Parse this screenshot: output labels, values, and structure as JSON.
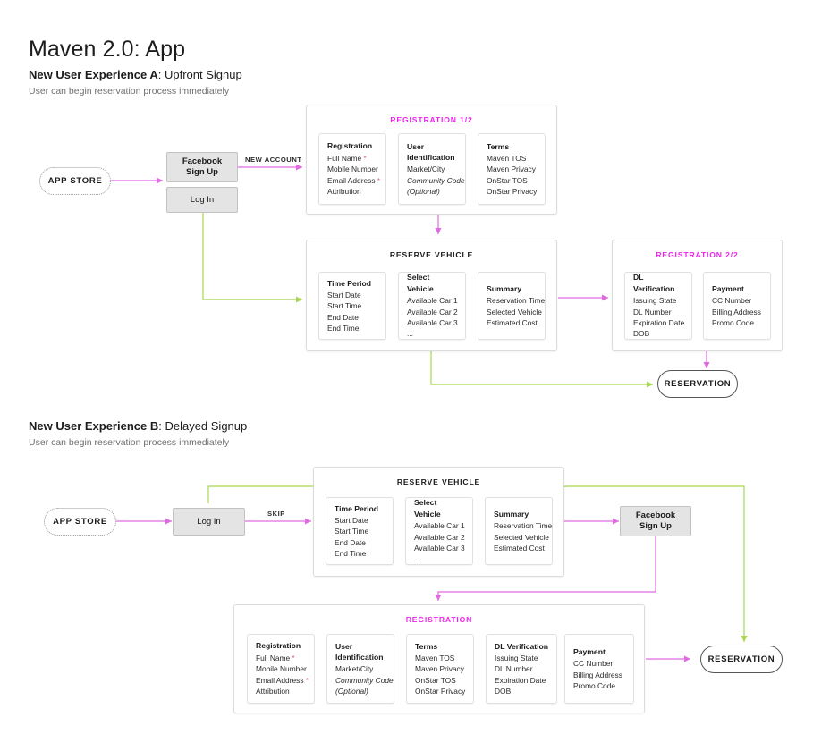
{
  "page": {
    "title": "Maven 2.0: App"
  },
  "colors": {
    "pink": "#ee22ee",
    "arrow_pink": "#e06ae0",
    "arrow_green": "#a8d84a",
    "panel_border": "#dcdcdc",
    "box_fill": "#e4e4e4"
  },
  "sections": [
    {
      "id": "a",
      "heading_bold": "New User Experience A",
      "heading_rest": ": Upfront Signup",
      "subtitle": "User can begin reservation process immediately",
      "nodes": {
        "app_store": "APP STORE",
        "facebook_signup": "Facebook\nSign Up",
        "login": "Log In",
        "reservation": "RESERVATION"
      },
      "edge_labels": {
        "new_account": "NEW ACCOUNT"
      },
      "panels": [
        {
          "id": "registration-1-2",
          "title": "REGISTRATION 1/2",
          "title_color": "pink",
          "cards": [
            {
              "heading": "Registration",
              "items": [
                {
                  "text": "Full Name",
                  "required": true
                },
                {
                  "text": "Mobile Number",
                  "required": false
                },
                {
                  "text": "Email Address",
                  "required": true
                },
                {
                  "text": "Attribution",
                  "required": false
                }
              ]
            },
            {
              "heading": "User Identification",
              "items": [
                {
                  "text": "Market/City",
                  "required": false
                },
                {
                  "text": "Community Code",
                  "required": false,
                  "italic": true
                },
                {
                  "text": "(Optional)",
                  "required": false,
                  "italic": true
                }
              ]
            },
            {
              "heading": "Terms",
              "items": [
                {
                  "text": "Maven TOS",
                  "required": false
                },
                {
                  "text": "Maven Privacy",
                  "required": false
                },
                {
                  "text": "OnStar TOS",
                  "required": false
                },
                {
                  "text": "OnStar Privacy",
                  "required": false
                }
              ]
            }
          ]
        },
        {
          "id": "reserve-vehicle-a",
          "title": "RESERVE VEHICLE",
          "title_color": "black",
          "cards": [
            {
              "heading": "Time Period",
              "items": [
                {
                  "text": "Start Date"
                },
                {
                  "text": "Start Time"
                },
                {
                  "text": "End Date"
                },
                {
                  "text": "End Time"
                }
              ]
            },
            {
              "heading": "Select Vehicle",
              "items": [
                {
                  "text": "Available Car 1"
                },
                {
                  "text": "Available Car 2"
                },
                {
                  "text": "Available Car 3"
                },
                {
                  "text": "..."
                }
              ]
            },
            {
              "heading": "Summary",
              "items": [
                {
                  "text": "Reservation Time"
                },
                {
                  "text": "Selected Vehicle"
                },
                {
                  "text": "Estimated Cost"
                }
              ]
            }
          ]
        },
        {
          "id": "registration-2-2",
          "title": "REGISTRATION 2/2",
          "title_color": "pink",
          "cards": [
            {
              "heading": "DL Verification",
              "items": [
                {
                  "text": "Issuing State"
                },
                {
                  "text": "DL Number"
                },
                {
                  "text": "Expiration Date"
                },
                {
                  "text": "DOB"
                }
              ]
            },
            {
              "heading": "Payment",
              "items": [
                {
                  "text": "CC Number"
                },
                {
                  "text": "Billing Address"
                },
                {
                  "text": "Promo Code"
                }
              ]
            }
          ]
        }
      ]
    },
    {
      "id": "b",
      "heading_bold": "New User Experience B",
      "heading_rest": ": Delayed Signup",
      "subtitle": "User can begin reservation process immediately",
      "nodes": {
        "app_store": "APP STORE",
        "login": "Log In",
        "facebook_signup": "Facebook\nSign Up",
        "reservation": "RESERVATION"
      },
      "edge_labels": {
        "skip": "SKIP"
      },
      "panels": [
        {
          "id": "reserve-vehicle-b",
          "title": "RESERVE VEHICLE",
          "title_color": "black",
          "cards": [
            {
              "heading": "Time Period",
              "items": [
                {
                  "text": "Start Date"
                },
                {
                  "text": "Start Time"
                },
                {
                  "text": "End Date"
                },
                {
                  "text": "End Time"
                }
              ]
            },
            {
              "heading": "Select Vehicle",
              "items": [
                {
                  "text": "Available Car 1"
                },
                {
                  "text": "Available Car 2"
                },
                {
                  "text": "Available Car 3"
                },
                {
                  "text": "..."
                }
              ]
            },
            {
              "heading": "Summary",
              "items": [
                {
                  "text": "Reservation Time"
                },
                {
                  "text": "Selected Vehicle"
                },
                {
                  "text": "Estimated Cost"
                }
              ]
            }
          ]
        },
        {
          "id": "registration-b",
          "title": "REGISTRATION",
          "title_color": "pink",
          "cards": [
            {
              "heading": "Registration",
              "items": [
                {
                  "text": "Full Name",
                  "required": true
                },
                {
                  "text": "Mobile Number"
                },
                {
                  "text": "Email Address",
                  "required": true
                },
                {
                  "text": "Attribution"
                }
              ]
            },
            {
              "heading": "User Identification",
              "items": [
                {
                  "text": "Market/City"
                },
                {
                  "text": "Community Code",
                  "italic": true
                },
                {
                  "text": "(Optional)",
                  "italic": true
                }
              ]
            },
            {
              "heading": "Terms",
              "items": [
                {
                  "text": "Maven TOS"
                },
                {
                  "text": "Maven Privacy"
                },
                {
                  "text": "OnStar TOS"
                },
                {
                  "text": "OnStar Privacy"
                }
              ]
            },
            {
              "heading": "DL Verification",
              "items": [
                {
                  "text": "Issuing State"
                },
                {
                  "text": "DL Number"
                },
                {
                  "text": "Expiration Date"
                },
                {
                  "text": "DOB"
                }
              ]
            },
            {
              "heading": "Payment",
              "items": [
                {
                  "text": "CC Number"
                },
                {
                  "text": "Billing Address"
                },
                {
                  "text": "Promo Code"
                }
              ]
            }
          ]
        }
      ]
    }
  ]
}
